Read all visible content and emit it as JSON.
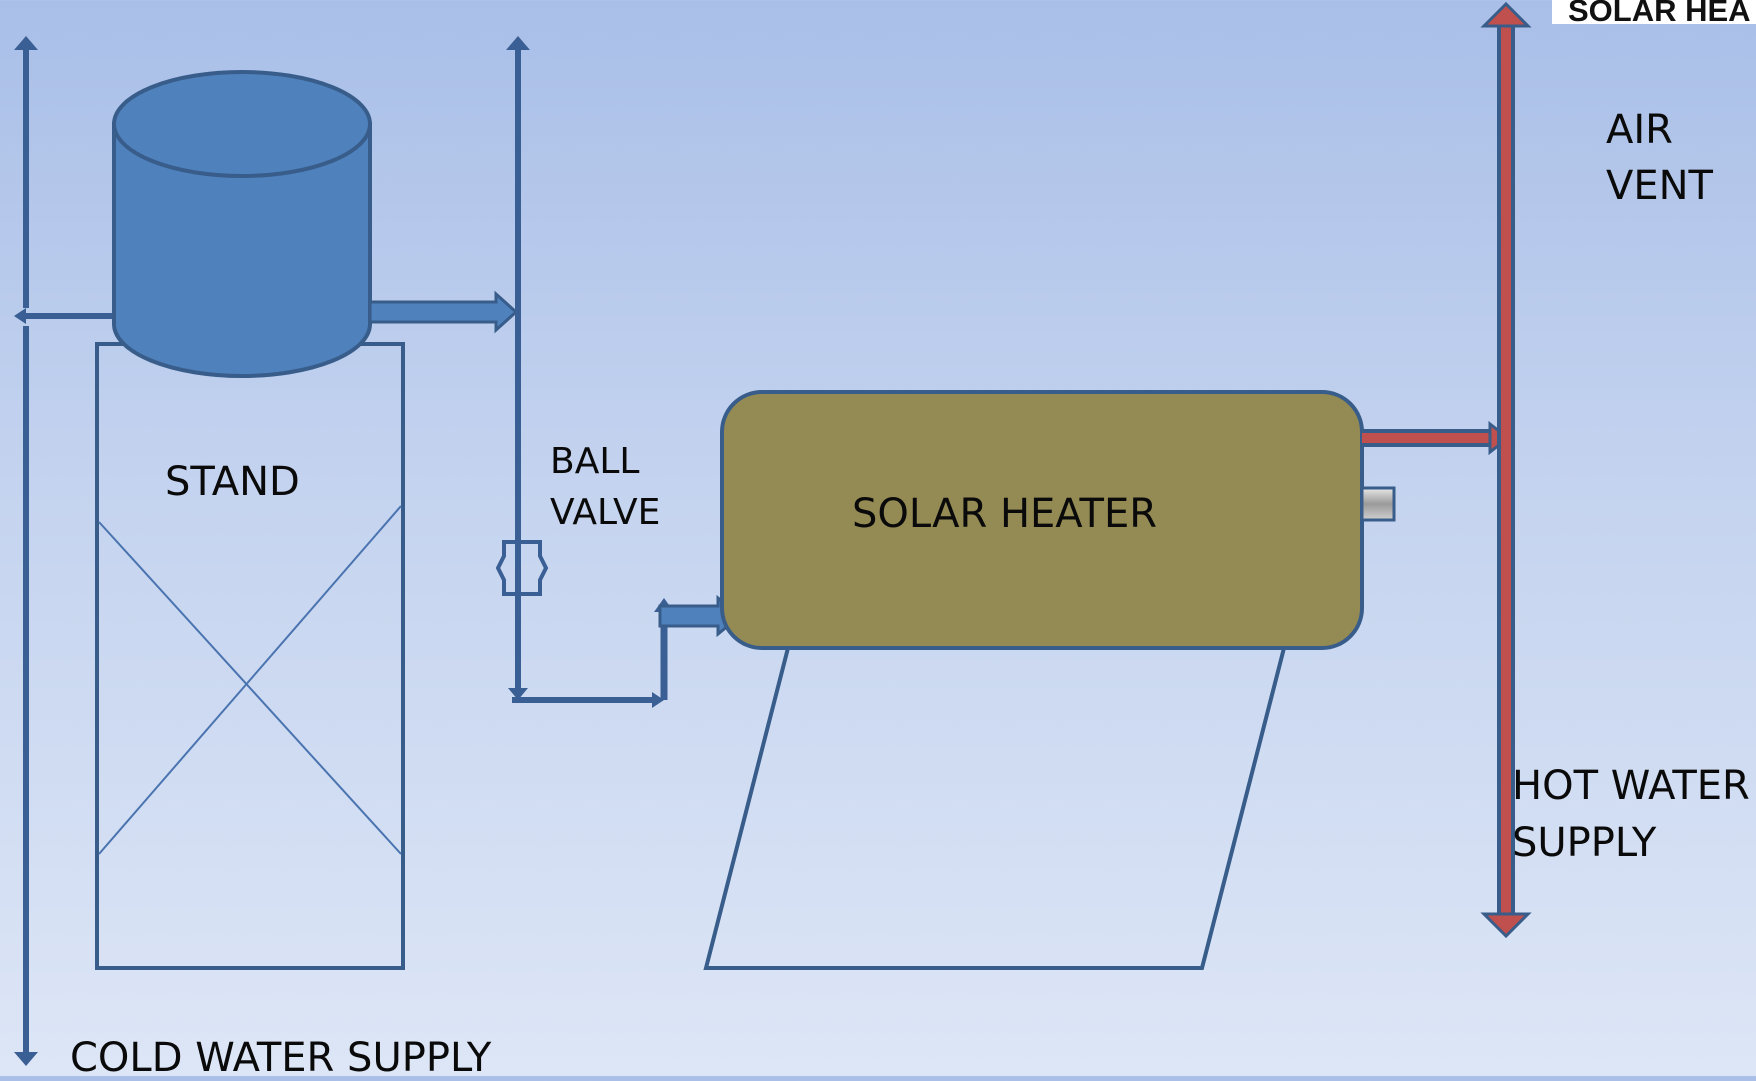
{
  "title": "SOLAR HEA",
  "labels": {
    "stand": "STAND",
    "ball_valve_line1": "BALL",
    "ball_valve_line2": "VALVE",
    "solar_heater": "SOLAR HEATER",
    "air_vent_line1": "AIR",
    "air_vent_line2": "VENT",
    "hot_water_line1": "HOT WATER",
    "hot_water_line2": "SUPPLY",
    "cold_water": "COLD WATER SUPPLY"
  },
  "colors": {
    "tank": "#4f81bd",
    "outline": "#385d8a",
    "pipe": "#3a5f94",
    "heater": "#948a54",
    "hot_pipe": "#c0504d",
    "stand_line": "#4a74b0"
  }
}
